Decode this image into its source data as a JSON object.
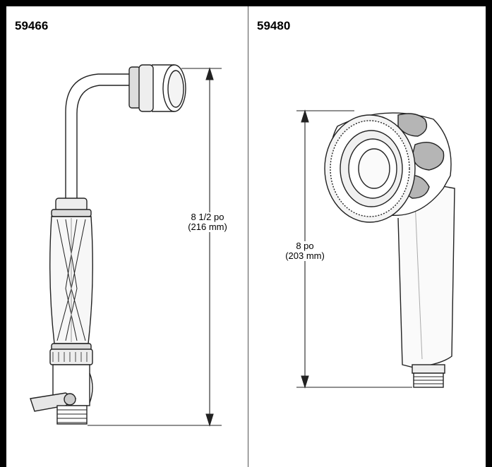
{
  "left_panel": {
    "model": "59466",
    "dimension": {
      "imperial": "8 1/2 po",
      "metric": "(216 mm)"
    }
  },
  "right_panel": {
    "model": "59480",
    "dimension": {
      "imperial": "8 po",
      "metric": "(203 mm)"
    }
  },
  "icons": {
    "left_illustration": "sprayer-wand-icon",
    "right_illustration": "hand-shower-head-icon"
  },
  "colors": {
    "frame": "#000000",
    "line": "#222222",
    "shade": "#b5b5b5"
  }
}
